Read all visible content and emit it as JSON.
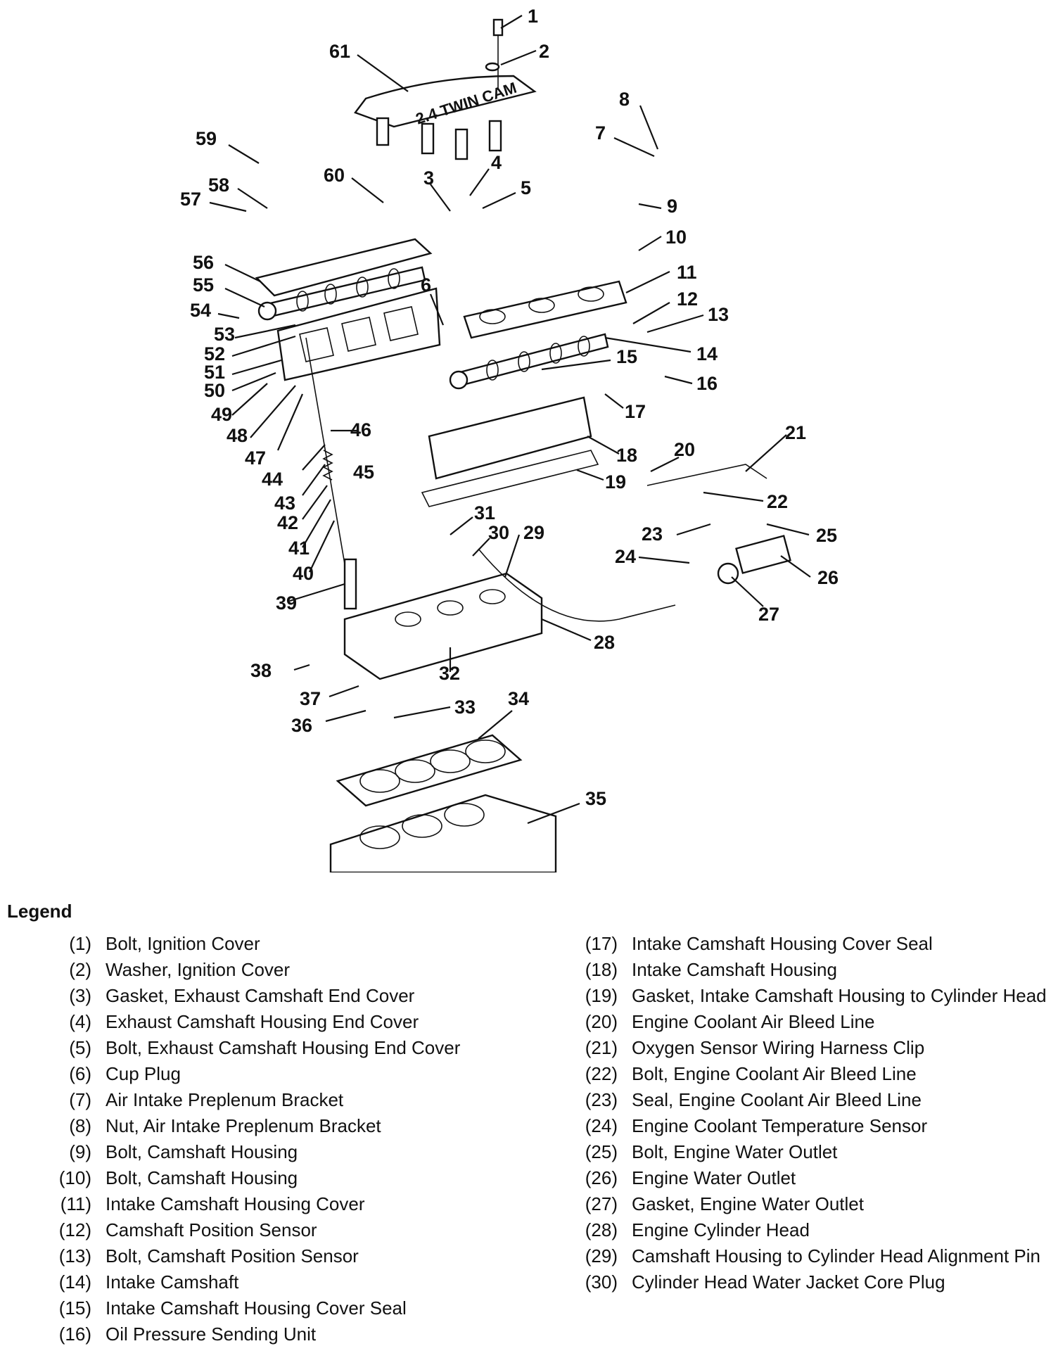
{
  "callouts": [
    "1",
    "2",
    "3",
    "4",
    "5",
    "6",
    "7",
    "8",
    "9",
    "10",
    "11",
    "12",
    "13",
    "14",
    "15",
    "16",
    "17",
    "18",
    "19",
    "20",
    "21",
    "22",
    "23",
    "24",
    "25",
    "26",
    "27",
    "28",
    "29",
    "30",
    "31",
    "32",
    "33",
    "34",
    "35",
    "36",
    "37",
    "38",
    "39",
    "40",
    "41",
    "42",
    "43",
    "44",
    "45",
    "46",
    "47",
    "48",
    "49",
    "50",
    "51",
    "52",
    "53",
    "54",
    "55",
    "56",
    "57",
    "58",
    "59",
    "60",
    "61"
  ],
  "cover_text": "2.4 TWIN CAM",
  "legend": {
    "title": "Legend",
    "left": [
      {
        "num": "(1)",
        "text": "Bolt, Ignition Cover"
      },
      {
        "num": "(2)",
        "text": "Washer, Ignition Cover"
      },
      {
        "num": "(3)",
        "text": "Gasket, Exhaust Camshaft End Cover"
      },
      {
        "num": "(4)",
        "text": "Exhaust Camshaft Housing End Cover"
      },
      {
        "num": "(5)",
        "text": "Bolt, Exhaust Camshaft Housing End Cover"
      },
      {
        "num": "(6)",
        "text": "Cup Plug"
      },
      {
        "num": "(7)",
        "text": "Air Intake Preplenum Bracket"
      },
      {
        "num": "(8)",
        "text": "Nut, Air Intake Preplenum Bracket"
      },
      {
        "num": "(9)",
        "text": "Bolt, Camshaft Housing"
      },
      {
        "num": "(10)",
        "text": "Bolt, Camshaft Housing"
      },
      {
        "num": "(11)",
        "text": "Intake Camshaft Housing Cover"
      },
      {
        "num": "(12)",
        "text": "Camshaft Position Sensor"
      },
      {
        "num": "(13)",
        "text": "Bolt, Camshaft Position Sensor"
      },
      {
        "num": "(14)",
        "text": "Intake Camshaft"
      },
      {
        "num": "(15)",
        "text": "Intake Camshaft Housing Cover Seal"
      },
      {
        "num": "(16)",
        "text": "Oil Pressure Sending Unit"
      }
    ],
    "right": [
      {
        "num": "(17)",
        "text": "Intake Camshaft Housing Cover Seal"
      },
      {
        "num": "(18)",
        "text": "Intake Camshaft Housing"
      },
      {
        "num": "(19)",
        "text": "Gasket, Intake Camshaft Housing to Cylinder Head"
      },
      {
        "num": "(20)",
        "text": "Engine Coolant Air Bleed Line"
      },
      {
        "num": "(21)",
        "text": "Oxygen Sensor Wiring Harness Clip"
      },
      {
        "num": "(22)",
        "text": "Bolt, Engine Coolant Air Bleed Line"
      },
      {
        "num": "(23)",
        "text": "Seal, Engine Coolant Air Bleed Line"
      },
      {
        "num": "(24)",
        "text": "Engine Coolant Temperature Sensor"
      },
      {
        "num": "(25)",
        "text": "Bolt, Engine Water Outlet"
      },
      {
        "num": "(26)",
        "text": "Engine Water Outlet"
      },
      {
        "num": "(27)",
        "text": "Gasket, Engine Water Outlet"
      },
      {
        "num": "(28)",
        "text": "Engine Cylinder Head"
      },
      {
        "num": "(29)",
        "text": "Camshaft Housing to Cylinder Head Alignment Pin"
      },
      {
        "num": "(30)",
        "text": "Cylinder Head Water Jacket Core Plug"
      }
    ]
  }
}
